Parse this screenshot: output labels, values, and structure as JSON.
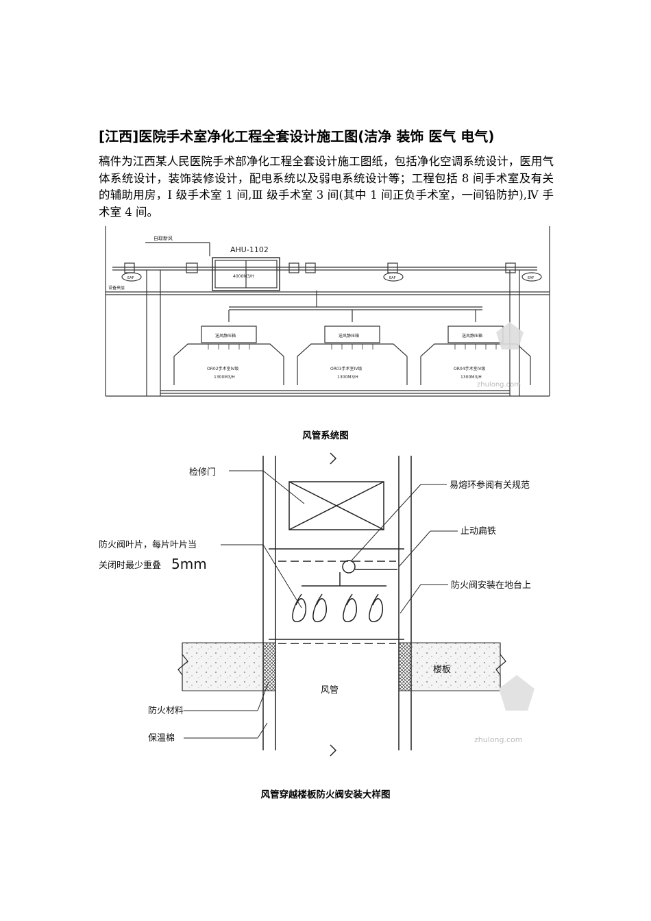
{
  "doc": {
    "title": "[江西]医院手术室净化工程全套设计施工图(洁净 装饰 医气 电气)",
    "intro": "稿件为江西某人民医院手术部净化工程全套设计施工图纸，包括净化空调系统设计，医用气体系统设计，装饰装修设计，配电系统以及弱电系统设计等；工程包括 8 间手术室及有关的辅助用房，Ⅰ 级手术室 1 间,Ⅲ 级手术室 3 间(其中 1 间正负手术室，一间铅防护),Ⅳ 手术室 4 间。"
  },
  "figure1": {
    "caption": "风管系统图",
    "fresh_air_label": "自取新风",
    "ahu_label": "AHU-1102",
    "ahu_flow": "4000M3/H",
    "eaf_label": "EAF",
    "floor_label": "设备夹层",
    "static_box_label": "送风静压箱",
    "rooms": [
      {
        "name": "OR02手术室IV级",
        "flow": "1300M3/H"
      },
      {
        "name": "OR03手术室IV级",
        "flow": "1300M3/H"
      },
      {
        "name": "OR04手术室IV级",
        "flow": "1300M3/H"
      }
    ],
    "watermark": "zhulong.com"
  },
  "figure2": {
    "caption": "风管穿越楼板防火阀安装大样图",
    "labels": {
      "access_door": "检修门",
      "fusible_link": "易熔环参阅有关规范",
      "stop_bar": "止动扁铁",
      "blade_line1": "防火阀叶片，每片叶片当",
      "blade_line2": "关闭时最少重叠",
      "overlap_value": "5mm",
      "mounted": "防火阀安装在地台上",
      "slab": "楼板",
      "duct": "风管",
      "fire_material": "防火材料",
      "insulation": "保温棉"
    },
    "watermark": "zhulong.com"
  }
}
